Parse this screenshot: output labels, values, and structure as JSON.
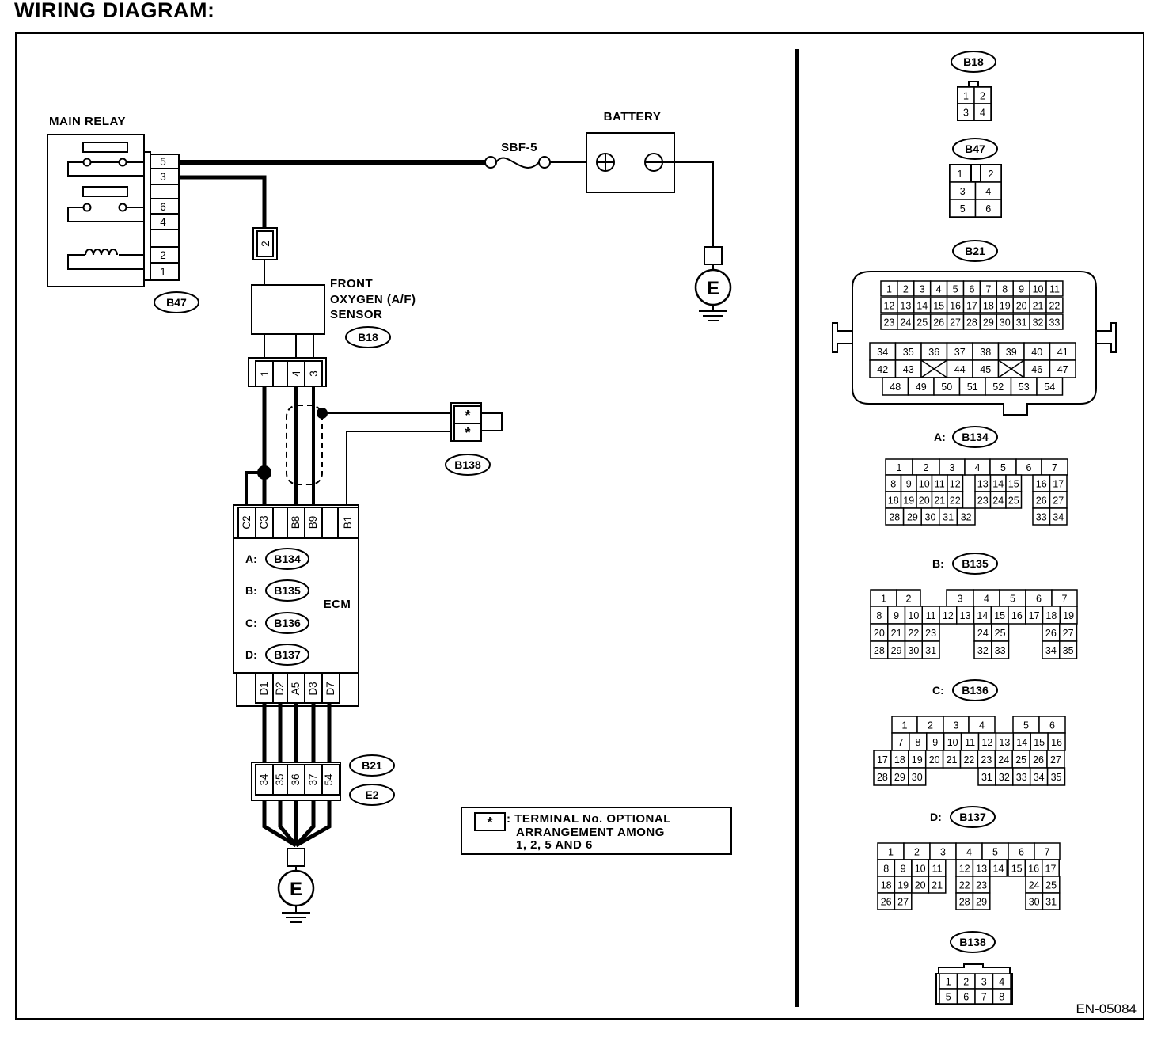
{
  "title": "WIRING DIAGRAM:",
  "doc_code": "EN-05084",
  "components": {
    "main_relay": "MAIN RELAY",
    "battery": "BATTERY",
    "fuse": "SBF-5",
    "front_o2_sensor": [
      "FRONT",
      "OXYGEN (A/F)",
      "SENSOR"
    ],
    "ecm": "ECM",
    "ground": "E"
  },
  "connectors": {
    "b47": "B47",
    "b18": "B18",
    "b138": "B138",
    "b21": "B21",
    "e2": "E2",
    "b134": "B134",
    "b135": "B135",
    "b136": "B136",
    "b137": "B137"
  },
  "ecm_connector_labels": [
    {
      "prefix": "A:",
      "code": "B134"
    },
    {
      "prefix": "B:",
      "code": "B135"
    },
    {
      "prefix": "C:",
      "code": "B136"
    },
    {
      "prefix": "D:",
      "code": "B137"
    }
  ],
  "pins": {
    "relay": [
      "5",
      "3",
      "6",
      "4",
      "2",
      "1"
    ],
    "sensor_top": "2",
    "sensor_bottom": [
      "1",
      "4",
      "3"
    ],
    "b138_wire": [
      "*",
      "*"
    ],
    "ecm_top": [
      "C2",
      "C3",
      "B8",
      "B9",
      "B1"
    ],
    "ecm_bottom": [
      "D1",
      "D2",
      "A5",
      "D3",
      "D7"
    ],
    "b21_wire": [
      "34",
      "35",
      "36",
      "37",
      "54"
    ]
  },
  "note": {
    "symbol": "*",
    "lines": [
      ": TERMINAL No. OPTIONAL",
      "ARRANGEMENT AMONG",
      "1, 2, 5 AND 6"
    ]
  },
  "views": {
    "b18_pins": [
      [
        "1",
        "2"
      ],
      [
        "3",
        "4"
      ]
    ],
    "b47_pins": [
      [
        "1",
        "2"
      ],
      [
        "3",
        "4"
      ],
      [
        "5",
        "6"
      ]
    ],
    "b21_rows": [
      [
        "1",
        "2",
        "3",
        "4",
        "5",
        "6",
        "7",
        "8",
        "9",
        "10",
        "11"
      ],
      [
        "12",
        "13",
        "14",
        "15",
        "16",
        "17",
        "18",
        "19",
        "20",
        "21",
        "22"
      ],
      [
        "23",
        "24",
        "25",
        "26",
        "27",
        "28",
        "29",
        "30",
        "31",
        "32",
        "33"
      ],
      [
        "34",
        "35",
        "36",
        "37",
        "38",
        "39",
        "40",
        "41"
      ],
      [
        "42",
        "43",
        "",
        "44",
        "45",
        "",
        "46",
        "47"
      ],
      [
        "48",
        "49",
        "50",
        "51",
        "52",
        "53",
        "54"
      ]
    ],
    "a_prefix": "A:",
    "a_rows": [
      [
        "1",
        "2",
        "3",
        "4",
        "5",
        "6",
        "7"
      ],
      [
        "8",
        "9",
        "10",
        "11",
        "12",
        "13",
        "14",
        "15",
        "16",
        "17"
      ],
      [
        "18",
        "19",
        "20",
        "21",
        "22",
        "23",
        "24",
        "25",
        "26",
        "27"
      ],
      [
        "28",
        "29",
        "30",
        "31",
        "32",
        "33",
        "34"
      ]
    ],
    "b_prefix": "B:",
    "b_rows": [
      [
        "1",
        "2",
        "3",
        "4",
        "5",
        "6",
        "7"
      ],
      [
        "8",
        "9",
        "10",
        "11",
        "12",
        "13",
        "14",
        "15",
        "16",
        "17",
        "18",
        "19"
      ],
      [
        "20",
        "21",
        "22",
        "23",
        "24",
        "25",
        "26",
        "27"
      ],
      [
        "28",
        "29",
        "30",
        "31",
        "32",
        "33",
        "34",
        "35"
      ]
    ],
    "c_prefix": "C:",
    "c_rows": [
      [
        "1",
        "2",
        "3",
        "4",
        "5",
        "6"
      ],
      [
        "7",
        "8",
        "9",
        "10",
        "11",
        "12",
        "13",
        "14",
        "15",
        "16"
      ],
      [
        "17",
        "18",
        "19",
        "20",
        "21",
        "22",
        "23",
        "24",
        "25",
        "26",
        "27"
      ],
      [
        "28",
        "29",
        "30",
        "31",
        "32",
        "33",
        "34",
        "35"
      ]
    ],
    "d_prefix": "D:",
    "d_rows": [
      [
        "1",
        "2",
        "3",
        "4",
        "5",
        "6",
        "7"
      ],
      [
        "8",
        "9",
        "10",
        "11",
        "12",
        "13",
        "14",
        "15",
        "16",
        "17"
      ],
      [
        "18",
        "19",
        "20",
        "21",
        "22",
        "23",
        "24",
        "25"
      ],
      [
        "26",
        "27",
        "28",
        "29",
        "30",
        "31"
      ]
    ],
    "b138_pins": [
      [
        "1",
        "2",
        "3",
        "4"
      ],
      [
        "5",
        "6",
        "7",
        "8"
      ]
    ]
  }
}
